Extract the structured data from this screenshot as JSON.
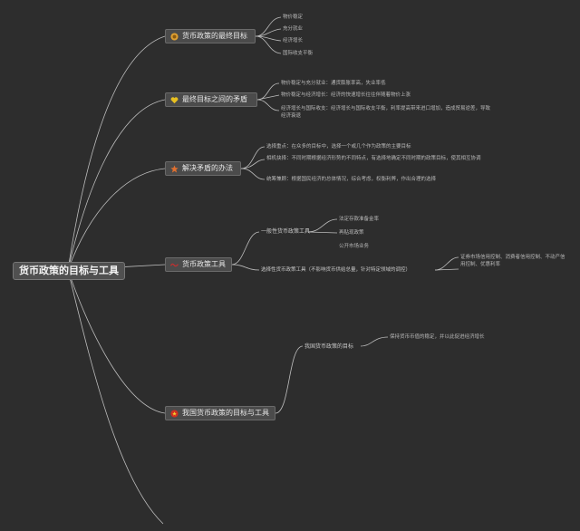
{
  "root": {
    "label": "货币政策的目标与工具"
  },
  "branches": [
    {
      "label": "货币政策的最终目标",
      "icon": "medal-icon",
      "icon_color": "#e0a030",
      "leaves": [
        "物价稳定",
        "充分就业",
        "经济增长",
        "国际收支平衡"
      ]
    },
    {
      "label": "最终目标之间的矛盾",
      "icon": "heart-icon",
      "icon_color": "#e8c020",
      "leaves": [
        "物价稳定与充分就业：通货膨胀率高，失业率低",
        "物价稳定与经济增长：经济的快速增长往往伴随着物价上涨",
        "经济增长与国际收支：经济增长与国际收支平衡，利率提高带来进口增加，造成贸易逆差，导致经济衰退"
      ]
    },
    {
      "label": "解决矛盾的办法",
      "icon": "star-icon",
      "icon_color": "#e07030",
      "leaves": [
        "选择重点：在众多的目标中，选择一个或几个作为政策的主要目标",
        "相机抉择：不同时期根据经济形势的不同特点，有选择地确定不同时期的政策目标，使其相互协调",
        "统筹兼顾：根据国民经济的总体情况，综合考虑，权衡利弊，作出合理的选择"
      ]
    },
    {
      "label": "货币政策工具",
      "icon": "wave-icon",
      "icon_color": "#c03030",
      "subs": [
        {
          "label": "一般性货币政策工具",
          "leaves": [
            "法定存款准备金率",
            "再贴现政策",
            "公开市场业务"
          ]
        },
        {
          "label": "选择性货币政策工具（不影响货币供给总量，针对特定领域的调控）",
          "leaves": [
            "证券市场信用控制、消费者信用控制、不动产信用控制、优惠利率"
          ]
        }
      ]
    },
    {
      "label": "我国货币政策的目标与工具",
      "icon": "flag-icon",
      "icon_color": "#d03020",
      "subs": [
        {
          "label": "我国货币政策的目标",
          "leaves": [
            "保持货币币值的稳定，并以此促进经济增长"
          ]
        }
      ]
    }
  ]
}
